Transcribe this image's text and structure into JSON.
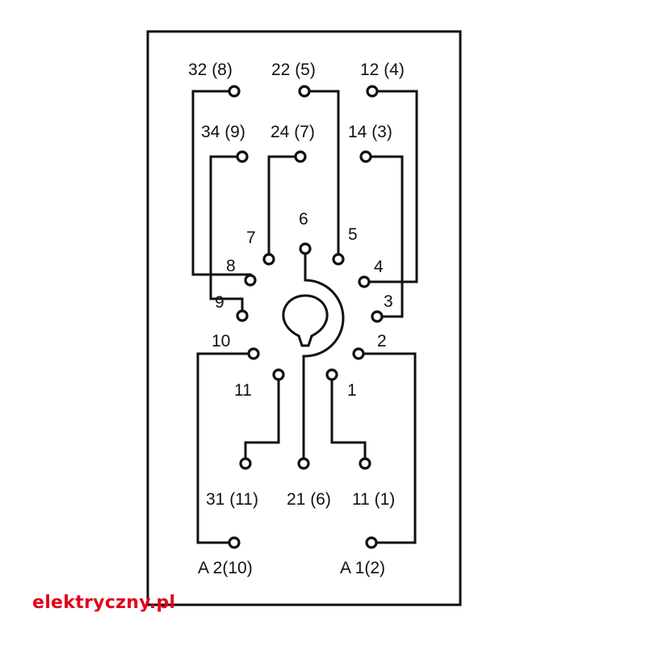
{
  "diagram": {
    "terminals": {
      "t32": "32 (8)",
      "t22": "22 (5)",
      "t12": "12 (4)",
      "t34": "34 (9)",
      "t24": "24 (7)",
      "t14": "14 (3)",
      "t31": "31 (11)",
      "t21": "21 (6)",
      "t11": "11 (1)",
      "a2": "A 2(10)",
      "a1": "A 1(2)"
    },
    "socket_pins": {
      "p1": "1",
      "p2": "2",
      "p3": "3",
      "p4": "4",
      "p5": "5",
      "p6": "6",
      "p7": "7",
      "p8": "8",
      "p9": "9",
      "p10": "10",
      "p11": "11"
    }
  },
  "watermark": {
    "text": "elektryczny.pl",
    "color": "#e3001b"
  }
}
